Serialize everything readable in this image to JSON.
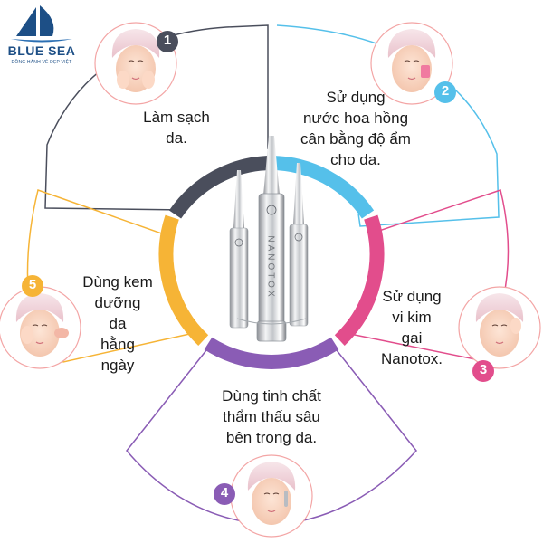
{
  "brand": {
    "name": "BLUE SEA",
    "tagline": "ĐỒNG HÀNH VẺ ĐẸP VIỆT"
  },
  "colors": {
    "step1": "#4a4e5c",
    "step2": "#55c0ea",
    "step3": "#e24d8c",
    "step4": "#8a5cb5",
    "step5": "#f6b436",
    "brand": "#1d4f86"
  },
  "steps": [
    {
      "number": "1",
      "lines": [
        "Làm sạch",
        "da."
      ]
    },
    {
      "number": "2",
      "lines": [
        "Sử dụng",
        "nước hoa hồng",
        "cân bằng độ ẩm",
        "cho da."
      ]
    },
    {
      "number": "3",
      "lines": [
        "Sử dụng",
        "vi kim",
        "gai",
        "Nanotox."
      ]
    },
    {
      "number": "4",
      "lines": [
        "Dùng tinh chất",
        "thẩm thấu sâu",
        "bên trong da."
      ]
    },
    {
      "number": "5",
      "lines": [
        "Dùng kem",
        "dưỡng",
        "da",
        "hằng",
        "ngày"
      ]
    }
  ],
  "product": {
    "label": "NANOTOX"
  }
}
